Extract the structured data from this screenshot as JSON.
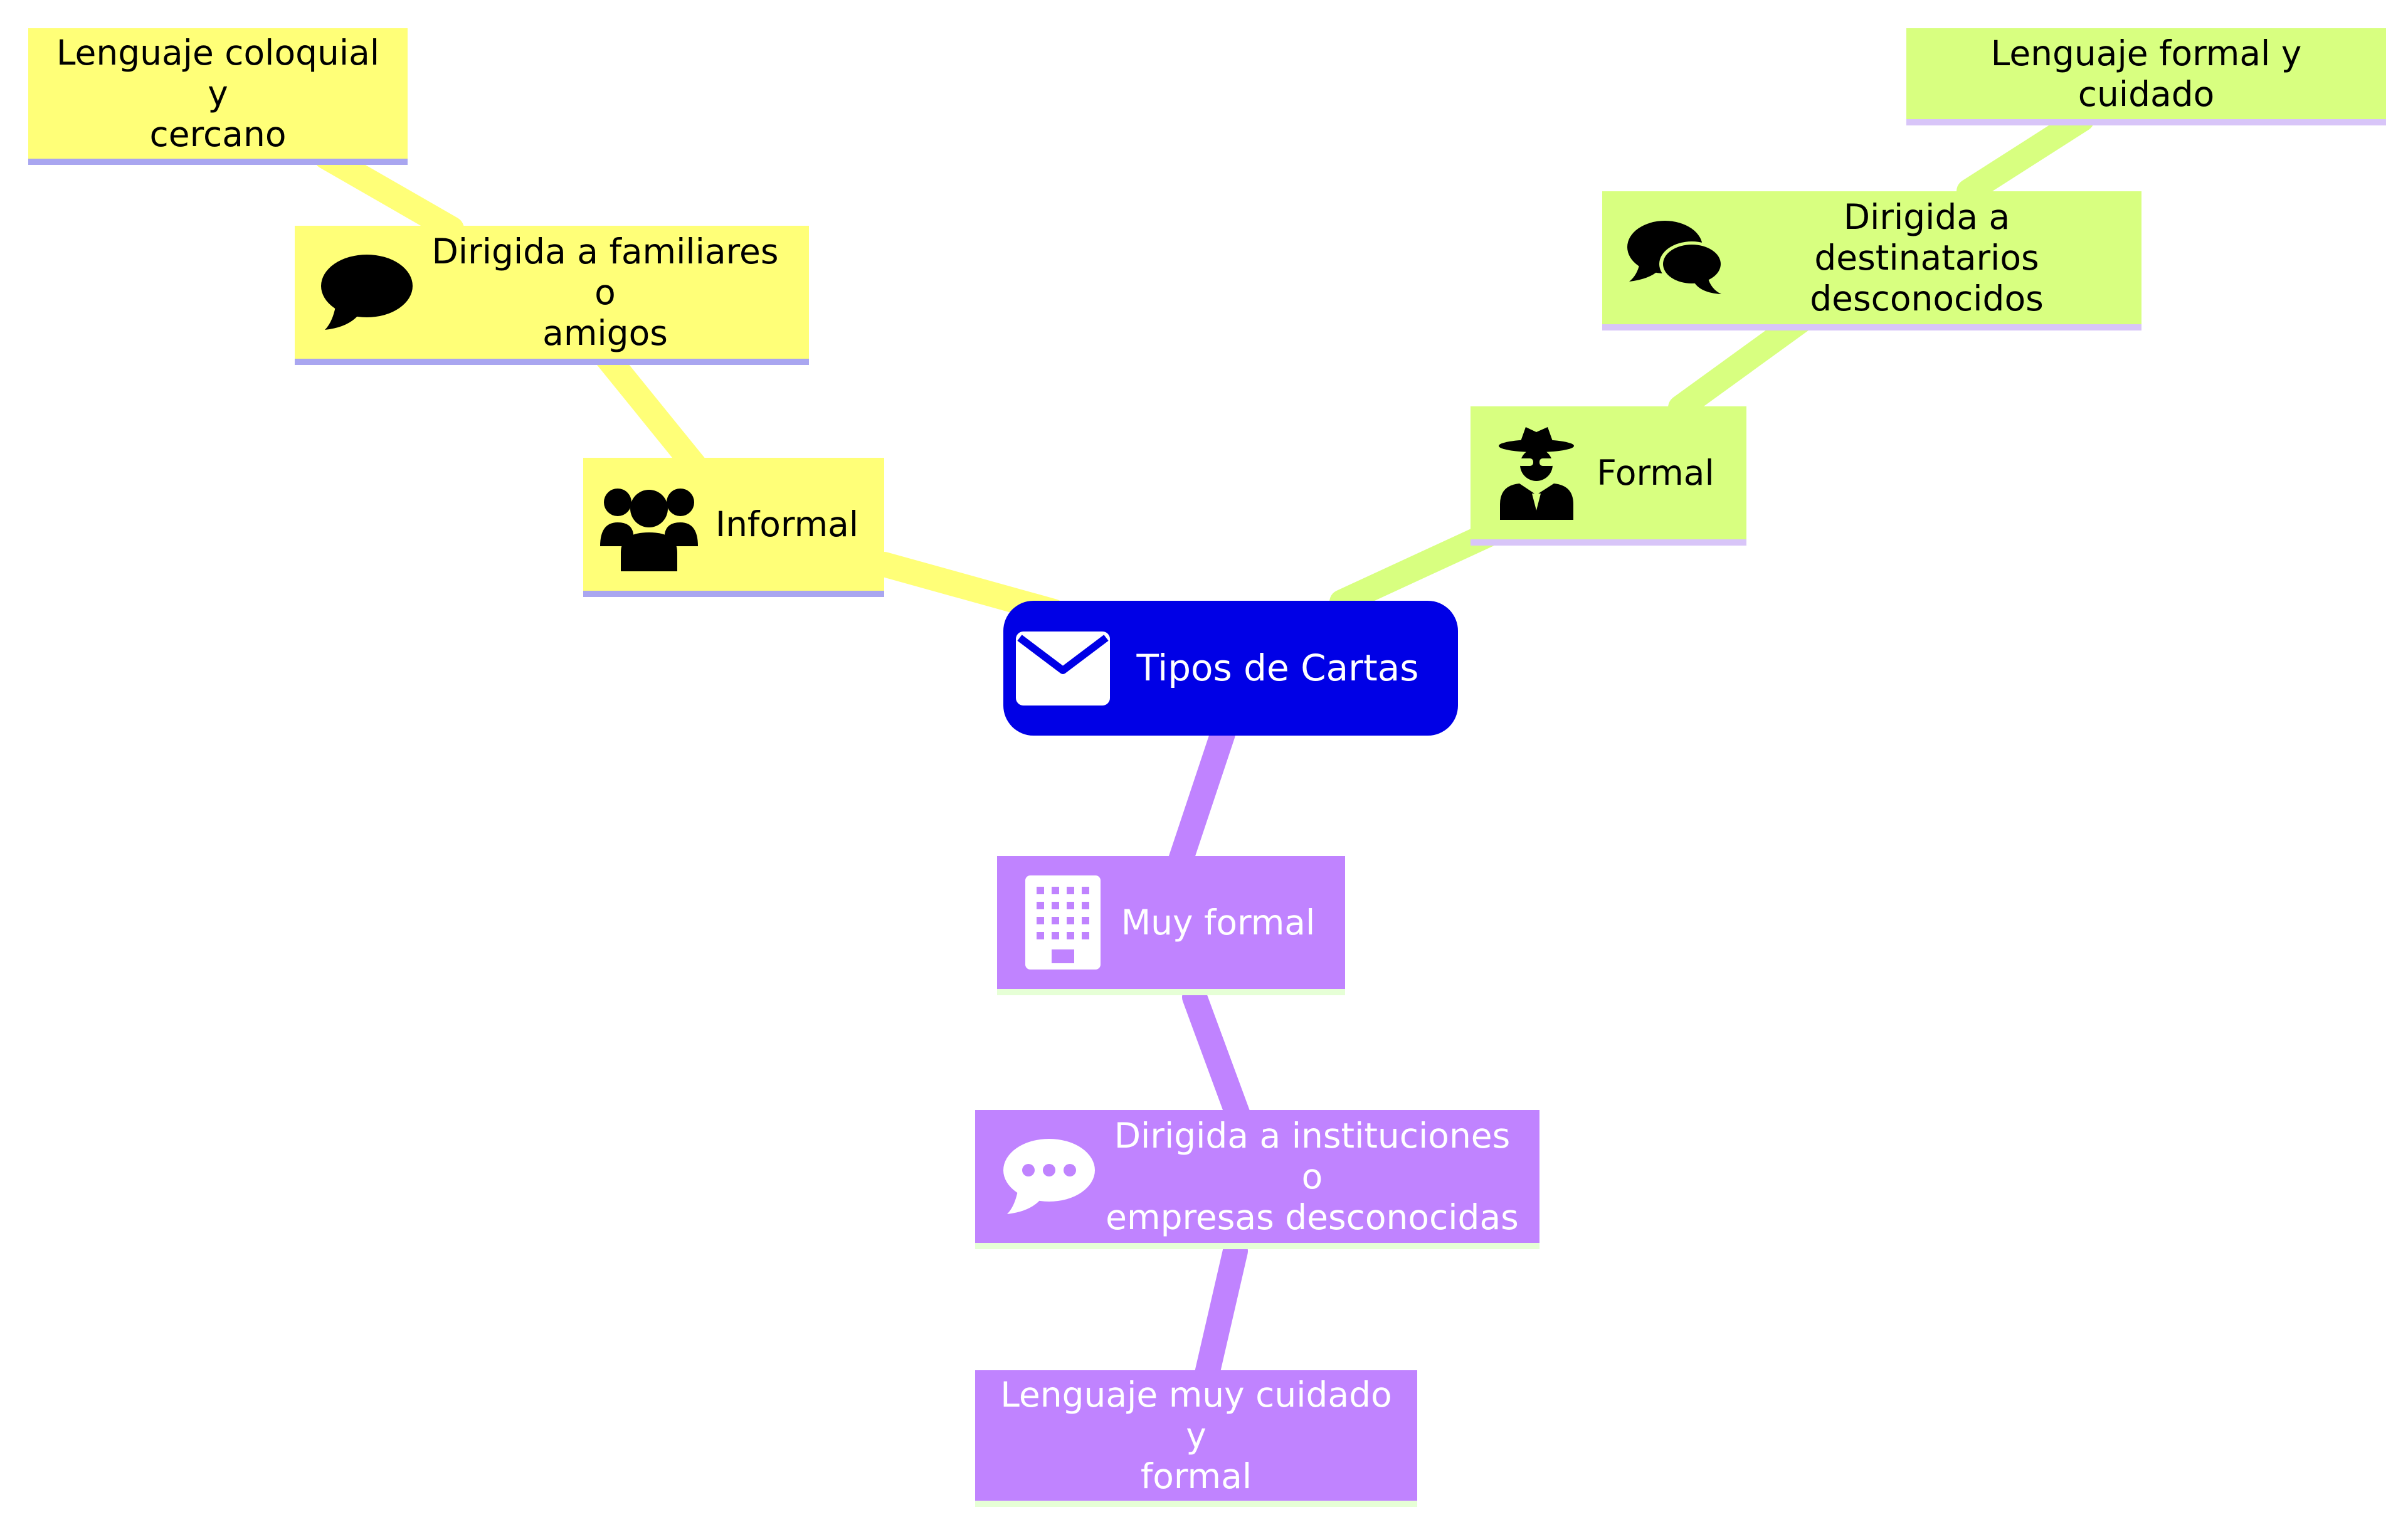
{
  "diagram": {
    "root": {
      "label": "Tipos de Cartas",
      "icon": "envelope-icon"
    },
    "branches": [
      {
        "label": "Informal",
        "icon": "users-icon",
        "color": "#ffff78",
        "children": [
          {
            "label": "Dirigida a familiares o\namigos",
            "icon": "speech-bubble-icon"
          },
          {
            "label": "Lenguaje coloquial y\ncercano",
            "icon": ""
          }
        ]
      },
      {
        "label": "Formal",
        "icon": "user-secret-icon",
        "color": "#d8ff80",
        "children": [
          {
            "label": "Dirigida a destinatarios\ndesconocidos",
            "icon": "comments-icon"
          },
          {
            "label": "Lenguaje formal y cuidado",
            "icon": ""
          }
        ]
      },
      {
        "label": "Muy formal",
        "icon": "building-icon",
        "color": "#c083ff",
        "children": [
          {
            "label": "Dirigida a instituciones o\nempresas desconocidas",
            "icon": "commenting-icon"
          },
          {
            "label": "Lenguaje muy cuidado y\nformal",
            "icon": ""
          }
        ]
      }
    ],
    "colors": {
      "root": "#0000e6",
      "informal": "#ffff78",
      "formal": "#d8ff80",
      "muy_formal": "#c083ff"
    }
  }
}
